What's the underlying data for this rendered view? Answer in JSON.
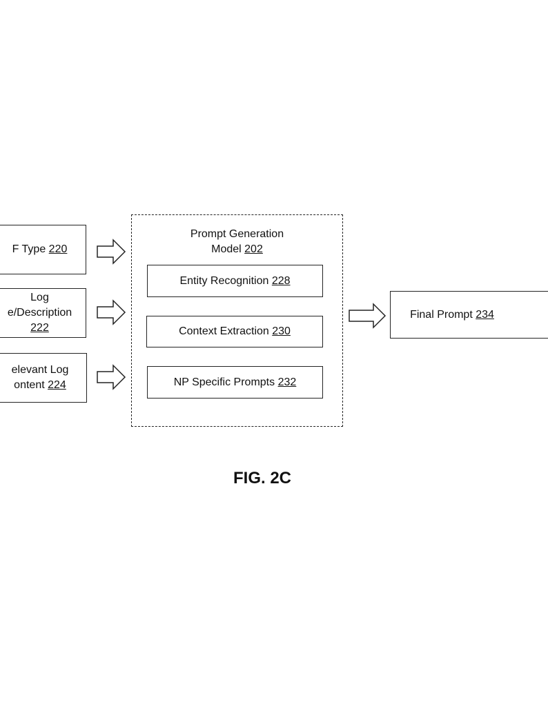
{
  "inputs": [
    {
      "lines": [
        "F Type "
      ],
      "ref": "220"
    },
    {
      "lines": [
        "Log",
        "e/Description"
      ],
      "ref": "222"
    },
    {
      "lines": [
        "elevant Log",
        "ontent "
      ],
      "ref": "224"
    }
  ],
  "model": {
    "title_line1": "Prompt Generation",
    "title_line2": "Model ",
    "ref": "202",
    "components": [
      {
        "label": "Entity Recognition ",
        "ref": "228"
      },
      {
        "label": "Context Extraction ",
        "ref": "230"
      },
      {
        "label": "NP Specific Prompts ",
        "ref": "232"
      }
    ]
  },
  "output": {
    "label": "Final Prompt ",
    "ref": "234"
  },
  "caption": "FIG. 2C"
}
